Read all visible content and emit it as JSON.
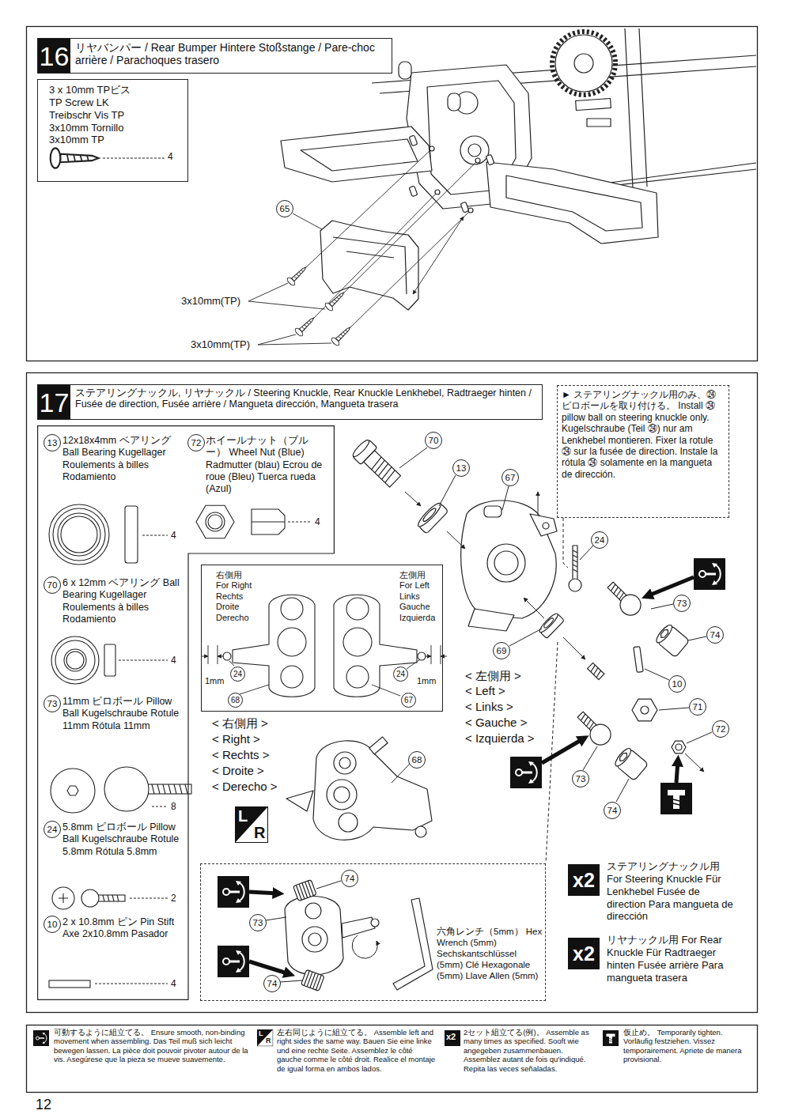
{
  "diagram": {
    "nodes": [
      {
        "text": [
          "16",
          "リヤバンパー / Rear Bumper Hintere Stoßstange / Pare-choc arrière / Parachoques trasero"
        ]
      },
      {
        "text": [
          "3 x 10mm TPビス TP Screw LK Treibschr Vis TP 3x10mm Tornillo 3x10mm TP",
          "4"
        ]
      },
      {
        "text": [
          "17",
          "ステアリングナックル, リヤナックル / Steering Knuckle, Rear Knuckle Lenkhebel, Radtraeger hinten / Fusée de direction, Fusée arrière / Mangueta dirección, Mangueta trasera"
        ]
      },
      {
        "text": [
          "13",
          "12x18x4mm ベアリング Ball Bearing Kugellager Roulements à billes Rodamiento",
          "4",
          "72",
          "ホイールナット（ブルー） Wheel Nut (Blue) Radmutter (blau) Ecrou de roue (Bleu) Tuerca rueda (Azul)",
          "4",
          "70",
          "6 x 12mm ベアリング Ball Bearing Kugellager Roulements à billes Rodamiento",
          "4",
          "73",
          "11mm ピロボール Pillow Ball Kugelschraube Rotule 11mm Rótula 11mm",
          "8",
          "24",
          "5.8mm ピロボール Pillow Ball Kugelschraube Rotule 5.8mm Rótula 5.8mm",
          "2",
          "10",
          "2 x 10.8mm ピン Pin Stift Axe 2x10.8mm Pasador",
          "4"
        ]
      },
      {
        "text": [
          "► ステアリングナックル用のみ、㉔ピロボールを取り付ける。 Install ㉔ pillow ball on steering knuckle only. Kugelschraube (Teil ㉔) nur am Lenkhebel montieren. Fixer la rotule ㉔ sur la fusée de direction. Instale la rótula ㉔ solamente en la mangueta de dirección."
        ]
      },
      {
        "text": [
          "右側用 For Right Rechts Droite Derecho",
          "左側用 For Left Links Gauche Izquierda",
          "1mm",
          "24",
          "68",
          "24",
          "1mm",
          "67"
        ]
      },
      {
        "text": [
          "74",
          "73",
          "74",
          "六角レンチ（5mm） Hex Wrench (5mm) Sechskantschlüssel (5mm) Clé Hexagonale (5mm) Llave Allen (5mm)"
        ]
      },
      {
        "text": [
          "x2"
        ]
      },
      {
        "text": [
          "x2"
        ]
      }
    ],
    "labels": [
      "65",
      "3x10mm(TP)",
      "3x10mm(TP)",
      "70",
      "13",
      "67",
      "24",
      "73",
      "74",
      "69",
      "10",
      "71",
      "72",
      "73",
      "74",
      "< 左側用 >",
      "< Left >",
      "< Links >",
      "< Gauche >",
      "< Izquierda >",
      "< 右側用 >",
      "< Right >",
      "< Rechts >",
      "< Droite >",
      "< Derecho >",
      "68",
      "L",
      "R",
      "ステアリングナックル用 For Steering Knuckle Für Lenkhebel Fusée de direction Para mangueta de dirección",
      "リヤナックル用 For Rear Knuckle Für Radtraeger hinten Fusée arrière Para mangueta trasera",
      "L",
      "R",
      "x2",
      "12"
    ],
    "legend": [
      {
        "text": "可動するように組立てる。 Ensure smooth, non-binding movement when assembling. Das Teil muß sich leicht bewegen lassen. La pièce doit pouvoir pivoter autour de la vis. Asegúrese que la pieza se mueve suavemente."
      },
      {
        "text": "左右同じように組立てる。 Assemble left and right sides the same way. Bauen Sie eine linke und eine rechte Seite. Assemblez le côté gauche comme le côté droit. Realice el montaje de igual forma en ambos lados."
      },
      {
        "text": "2セット組立てる(例)。 Assemble as many times as specified. Sooft wie angegeben zusammenbauen. Assemblez autant de fois qu'indiqué. Repita las veces señaladas."
      },
      {
        "text": "仮止め。 Temporarily tighten. Vorläufig festziehen. Vissez temporairement. Apriete de manera provisional."
      }
    ]
  }
}
